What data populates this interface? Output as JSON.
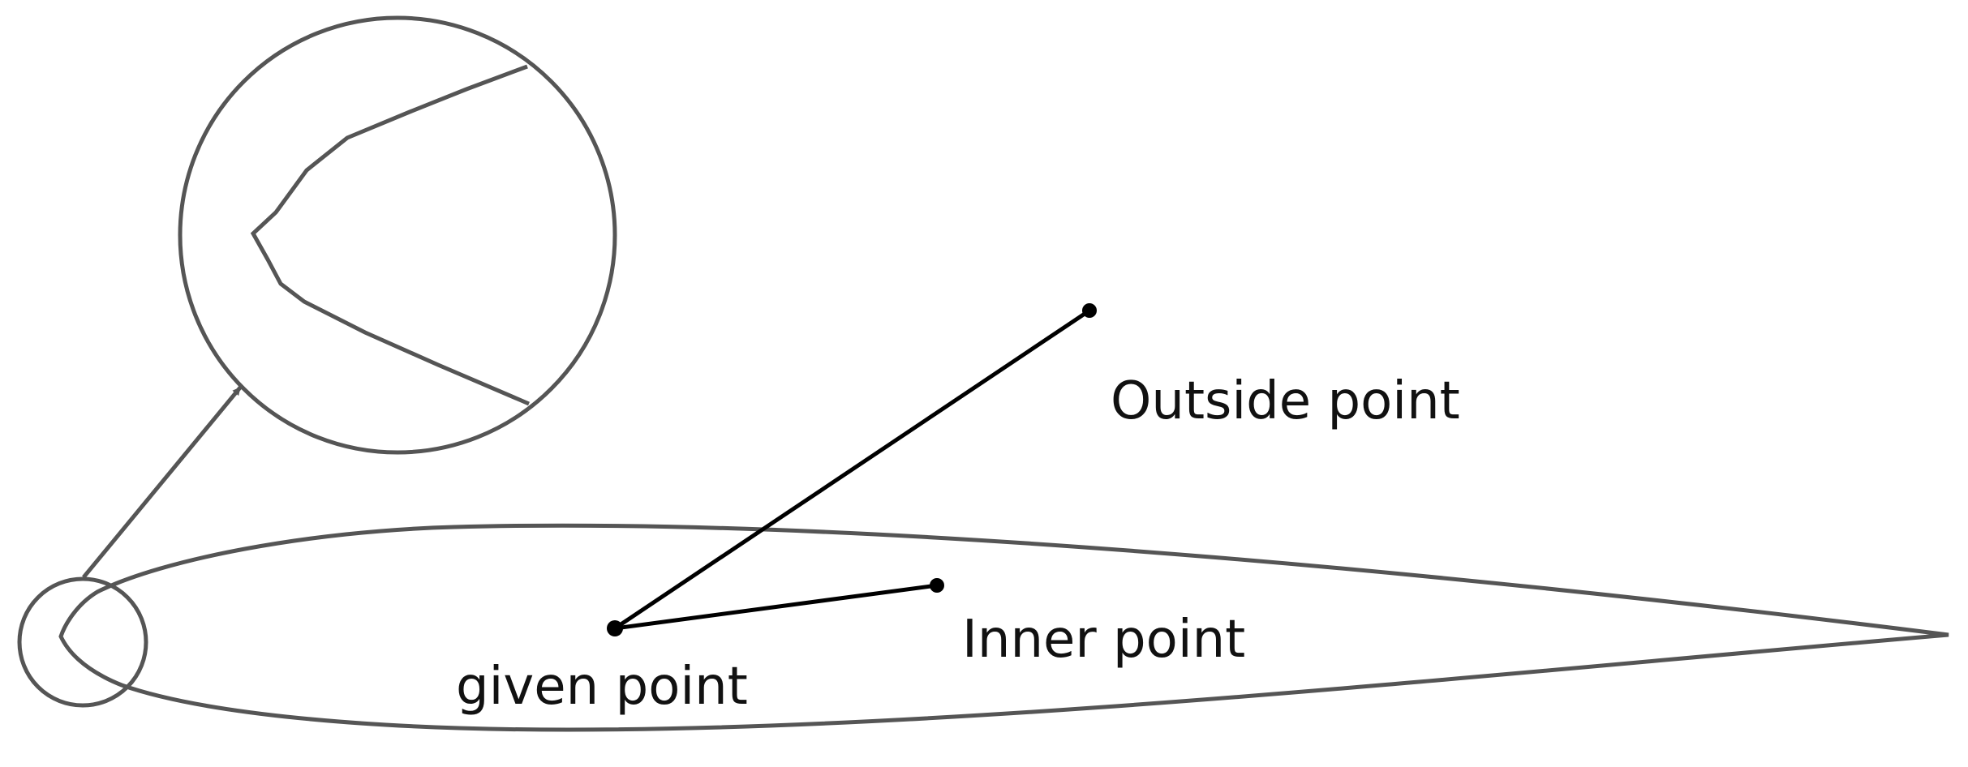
{
  "labels": {
    "outside_point": "Outside point",
    "inner_point": "Inner point",
    "given_point": "given point"
  },
  "colors": {
    "outline": "#555555",
    "line": "#000000",
    "text": "#111111",
    "background": "#ffffff"
  }
}
